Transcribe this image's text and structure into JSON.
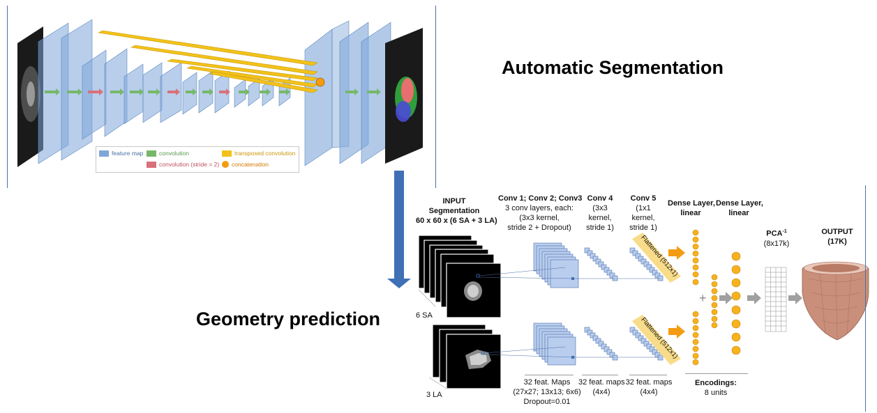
{
  "titles": {
    "segmentation": "Automatic Segmentation",
    "geometry": "Geometry prediction"
  },
  "legend": {
    "feature_map": "feature map",
    "convolution": "convolution",
    "convolution_stride": "convolution (stride = 2)",
    "transposed_convolution": "transposed convolution",
    "concatenation": "concatenation"
  },
  "network": {
    "input": {
      "title": "INPUT",
      "subtitle": "Segmentation",
      "dims": "60 x 60 x (6 SA + 3 LA)",
      "sa_label": "6 SA",
      "la_label": "3 LA"
    },
    "conv123": {
      "title": "Conv 1; Conv 2; Conv3",
      "line1": "3 conv layers, each:",
      "line2": "(3x3 kernel,",
      "line3": "stride 2 + Dropout)",
      "foot1": "32 feat. Maps",
      "foot2": "(27x27; 13x13; 6x6)",
      "foot3": "Dropout=0.01"
    },
    "conv4": {
      "title": "Conv 4",
      "line1": "(3x3",
      "line2": "kernel,",
      "line3": "stride 1)",
      "foot1": "32 feat. maps",
      "foot2": "(4x4)"
    },
    "conv5": {
      "title": "Conv 5",
      "line1": "(1x1",
      "line2": "kernel,",
      "line3": "stride 1)",
      "foot1": "32 feat. maps",
      "foot2": "(4x4)"
    },
    "flattened": "Flattened (512x1)",
    "dense1": {
      "line1": "Dense Layer,",
      "line2": "linear"
    },
    "dense2": {
      "line1": "Dense Layer,",
      "line2": "linear"
    },
    "plus": "+",
    "encodings": {
      "title": "Encodings:",
      "units": "8 units"
    },
    "pca": {
      "title": "PCA",
      "sup": "-1",
      "dims": "(8x17k)"
    },
    "output": {
      "title": "OUTPUT",
      "dims": "(17K)"
    }
  },
  "colors": {
    "feature_map": "#7ea6d8",
    "transposed": "#f2c21a",
    "conv_green": "#76b86a",
    "conv_red": "#d9707a",
    "node": "#f7b21e",
    "arrow_orange": "#f39c12",
    "flatten_bg": "#f9dc8a",
    "big_arrow": "#3f6fb5"
  }
}
